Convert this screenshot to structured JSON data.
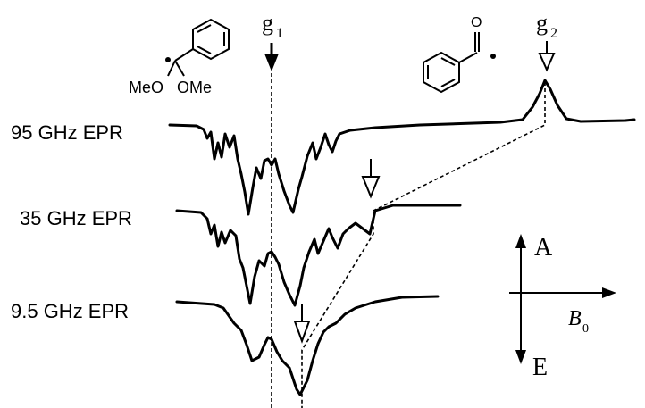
{
  "markers": {
    "g1": {
      "letter": "g",
      "sub": "1"
    },
    "g2": {
      "letter": "g",
      "sub": "2"
    }
  },
  "molecules": {
    "left": {
      "sub_left": "MeO",
      "sub_right": "OMe"
    },
    "right": {
      "atom": "O"
    }
  },
  "spectra": [
    {
      "label": "95 GHz EPR"
    },
    {
      "label": "35 GHz EPR"
    },
    {
      "label": "9.5 GHz EPR"
    }
  ],
  "axes_legend": {
    "up": "A",
    "down": "E",
    "field": {
      "letter": "B",
      "sub": "0"
    }
  },
  "colors": {
    "ink": "#000000",
    "background": "#ffffff"
  }
}
